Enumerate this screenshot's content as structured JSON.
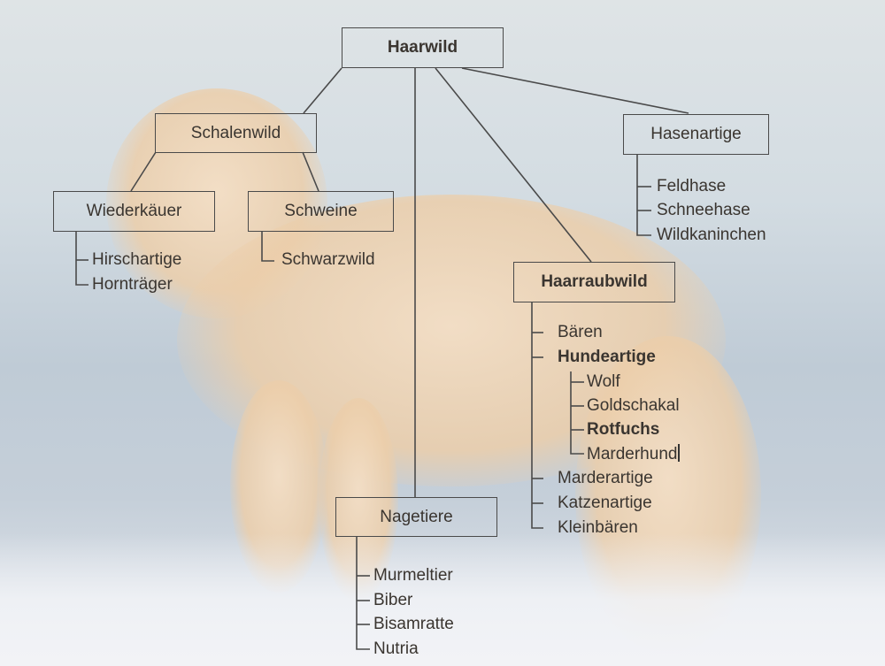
{
  "diagram": {
    "root": {
      "label": "Haarwild"
    },
    "schalenwild": {
      "label": "Schalenwild",
      "wiederkaeuer": {
        "label": "Wiederkäuer",
        "children": [
          "Hirschartige",
          "Hornträger"
        ]
      },
      "schweine": {
        "label": "Schweine",
        "children": [
          "Schwarzwild"
        ]
      }
    },
    "hasenartige": {
      "label": "Hasenartige",
      "children": [
        "Feldhase",
        "Schneehase",
        "Wildkaninchen"
      ]
    },
    "haarraubwild": {
      "label": "Haarraubwild",
      "children": [
        "Bären",
        "Hundeartige",
        "Marderartige",
        "Katzenartige",
        "Kleinbären"
      ],
      "hundeartige": {
        "children": [
          "Wolf",
          "Goldschakal",
          "Rotfuchs",
          "Marderhund"
        ]
      }
    },
    "nagetiere": {
      "label": "Nagetiere",
      "children": [
        "Murmeltier",
        "Biber",
        "Bisamratte",
        "Nutria"
      ]
    }
  },
  "colors": {
    "line": "#4a4a4a",
    "text": "#3a3530"
  }
}
